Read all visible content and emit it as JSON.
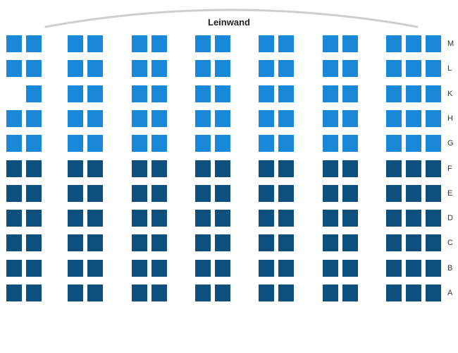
{
  "screen": {
    "label": "Leinwand"
  },
  "colors": {
    "seat_available_upper": "#1a88d8",
    "seat_available_lower": "#0d4f7d",
    "screen_arc": "#cfcfcf",
    "row_label": "#333333"
  },
  "seating": {
    "rows": [
      {
        "label": "M",
        "tier": "upper",
        "blocks": [
          [
            1,
            1
          ],
          [
            1,
            1
          ],
          [
            1,
            1
          ],
          [
            1,
            1
          ],
          [
            1,
            1
          ],
          [
            1,
            1
          ],
          [
            1,
            1,
            1
          ]
        ]
      },
      {
        "label": "L",
        "tier": "upper",
        "blocks": [
          [
            1,
            1
          ],
          [
            1,
            1
          ],
          [
            1,
            1
          ],
          [
            1,
            1
          ],
          [
            1,
            1
          ],
          [
            1,
            1
          ],
          [
            1,
            1,
            1
          ]
        ]
      },
      {
        "label": "K",
        "tier": "upper",
        "blocks": [
          [
            0,
            1
          ],
          [
            1,
            1
          ],
          [
            1,
            1
          ],
          [
            1,
            1
          ],
          [
            1,
            1
          ],
          [
            1,
            1
          ],
          [
            1,
            1,
            1
          ]
        ]
      },
      {
        "label": "H",
        "tier": "upper",
        "blocks": [
          [
            1,
            1
          ],
          [
            1,
            1
          ],
          [
            1,
            1
          ],
          [
            1,
            1
          ],
          [
            1,
            1
          ],
          [
            1,
            1
          ],
          [
            1,
            1,
            1
          ]
        ]
      },
      {
        "label": "G",
        "tier": "upper",
        "blocks": [
          [
            1,
            1
          ],
          [
            1,
            1
          ],
          [
            1,
            1
          ],
          [
            1,
            1
          ],
          [
            1,
            1
          ],
          [
            1,
            1
          ],
          [
            1,
            1,
            1
          ]
        ]
      },
      {
        "label": "F",
        "tier": "lower",
        "blocks": [
          [
            1,
            1
          ],
          [
            1,
            1
          ],
          [
            1,
            1
          ],
          [
            1,
            1
          ],
          [
            1,
            1
          ],
          [
            1,
            1
          ],
          [
            1,
            1,
            1
          ]
        ]
      },
      {
        "label": "E",
        "tier": "lower",
        "blocks": [
          [
            1,
            1
          ],
          [
            1,
            1
          ],
          [
            1,
            1
          ],
          [
            1,
            1
          ],
          [
            1,
            1
          ],
          [
            1,
            1
          ],
          [
            1,
            1,
            1
          ]
        ]
      },
      {
        "label": "D",
        "tier": "lower",
        "blocks": [
          [
            1,
            1
          ],
          [
            1,
            1
          ],
          [
            1,
            1
          ],
          [
            1,
            1
          ],
          [
            1,
            1
          ],
          [
            1,
            1
          ],
          [
            1,
            1,
            1
          ]
        ]
      },
      {
        "label": "C",
        "tier": "lower",
        "blocks": [
          [
            1,
            1
          ],
          [
            1,
            1
          ],
          [
            1,
            1
          ],
          [
            1,
            1
          ],
          [
            1,
            1
          ],
          [
            1,
            1
          ],
          [
            1,
            1,
            1
          ]
        ]
      },
      {
        "label": "B",
        "tier": "lower",
        "blocks": [
          [
            1,
            1
          ],
          [
            1,
            1
          ],
          [
            1,
            1
          ],
          [
            1,
            1
          ],
          [
            1,
            1
          ],
          [
            1,
            1
          ],
          [
            1,
            1,
            1
          ]
        ]
      },
      {
        "label": "A",
        "tier": "lower",
        "blocks": [
          [
            1,
            1
          ],
          [
            1,
            1
          ],
          [
            1,
            1
          ],
          [
            1,
            1
          ],
          [
            1,
            1
          ],
          [
            1,
            1
          ],
          [
            1,
            1,
            1
          ]
        ]
      }
    ]
  }
}
